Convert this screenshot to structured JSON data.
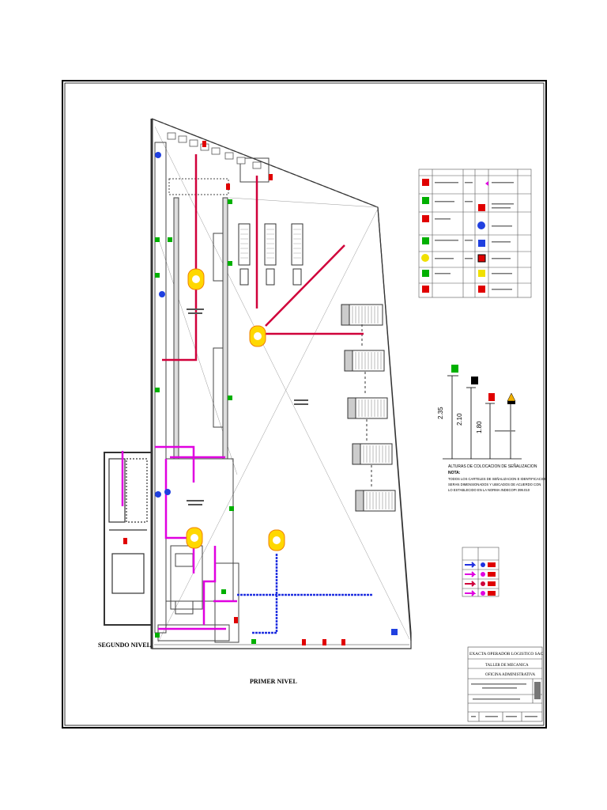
{
  "levels": {
    "segundo": "SEGUNDO NIVEL",
    "primer": "PRIMER NIVEL"
  },
  "title_block": {
    "company": "EXACTA OPERADOR LOGISTICO SAC",
    "line1": "TALLER DE MECANICA",
    "line2": "OFICINA ADMINISTRATIVA"
  },
  "heights": {
    "h1": "2.35",
    "h2": "2.10",
    "h3": "1.80",
    "caption": "ALTURAS DE COLOCACION DE SEÑALIZACION",
    "nota_label": "NOTA:",
    "nota_lines": [
      "TODOS LOS CARTELES DE SEÑALIZACION E IDENTIFICACION",
      "SERAN DIMENSIONADOS Y UBICADOS DE ACUERDO CON",
      "LO ESTABLECIDO EN LA NORMA INDECOPI 399.010"
    ]
  },
  "colors": {
    "border": "#000000",
    "evac_magenta": "#e000e0",
    "route_red": "#d0003a",
    "route_blue": "#2030e0",
    "sign_green": "#00b000",
    "sign_red": "#e00000",
    "sign_yellow": "#f0e000",
    "safe_zone": "#ffd800"
  },
  "icons": [
    "safe-zone-icon",
    "exit-sign-icon",
    "extinguisher-sign-icon",
    "truck-icon",
    "car-icon"
  ]
}
